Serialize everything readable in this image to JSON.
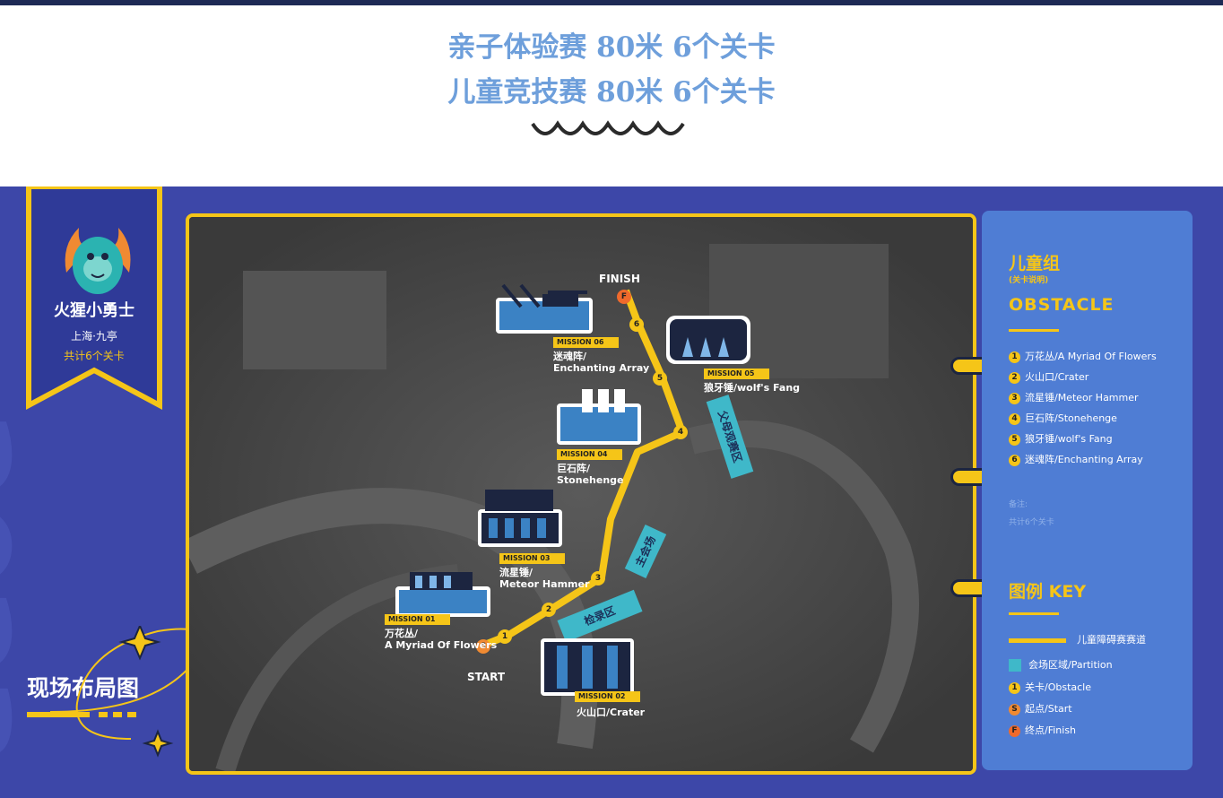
{
  "header": {
    "line1": "亲子体验赛 80米 6个关卡",
    "line2": "儿童竞技赛 80米 6个关卡"
  },
  "banner": {
    "title": "火猩小勇士",
    "location": "上海·九亭",
    "count": "共计6个关卡"
  },
  "layout_title": "现场布局图",
  "map": {
    "start_label": "START",
    "finish_label": "FINISH",
    "zones": [
      "检录区",
      "主会场",
      "父母观赛区"
    ],
    "checkpoints": [
      "S",
      "1",
      "2",
      "3",
      "4",
      "5",
      "6",
      "F"
    ],
    "missions": [
      {
        "tag": "MISSION 01",
        "cn": "万花丛/",
        "en": "A Myriad Of Flowers"
      },
      {
        "tag": "MISSION 02",
        "cn": "火山口/Crater",
        "en": ""
      },
      {
        "tag": "MISSION 03",
        "cn": "流星锤/",
        "en": "Meteor Hammer"
      },
      {
        "tag": "MISSION 04",
        "cn": "巨石阵/",
        "en": "Stonehenge"
      },
      {
        "tag": "MISSION 05",
        "cn": "狼牙锤/wolf's Fang",
        "en": ""
      },
      {
        "tag": "MISSION 06",
        "cn": "迷魂阵/",
        "en": "Enchanting Array"
      }
    ]
  },
  "key_panel": {
    "group_title": "儿童组",
    "group_sub": "(关卡说明)",
    "obstacle_title": "OBSTACLE",
    "obstacles": [
      {
        "num": "1",
        "label": "万花丛/A Myriad Of Flowers"
      },
      {
        "num": "2",
        "label": "火山口/Crater"
      },
      {
        "num": "3",
        "label": "流星锤/Meteor Hammer"
      },
      {
        "num": "4",
        "label": "巨石阵/Stonehenge"
      },
      {
        "num": "5",
        "label": "狼牙锤/wolf's Fang"
      },
      {
        "num": "6",
        "label": "迷魂阵/Enchanting Array"
      }
    ],
    "note_label": "备注:",
    "note_text": "共计6个关卡",
    "key_title": "图例 KEY",
    "key_items": [
      {
        "icon": "route-line",
        "label": "儿童障碍赛赛道"
      },
      {
        "icon": "zone-square",
        "label": "会场区域/Partition"
      },
      {
        "icon": "obstacle-circle",
        "symbol": "1",
        "label": "关卡/Obstacle"
      },
      {
        "icon": "start-circle",
        "symbol": "S",
        "label": "起点/Start"
      },
      {
        "icon": "finish-circle",
        "symbol": "F",
        "label": "终点/Finish"
      }
    ]
  },
  "colors": {
    "header_text": "#6e9fdb",
    "poster_bg": "#3d47a8",
    "accent_yellow": "#f5c518",
    "zone_teal": "#3fb8c9",
    "panel_blue": "#4f7dd4",
    "start_orange": "#f08a32"
  }
}
